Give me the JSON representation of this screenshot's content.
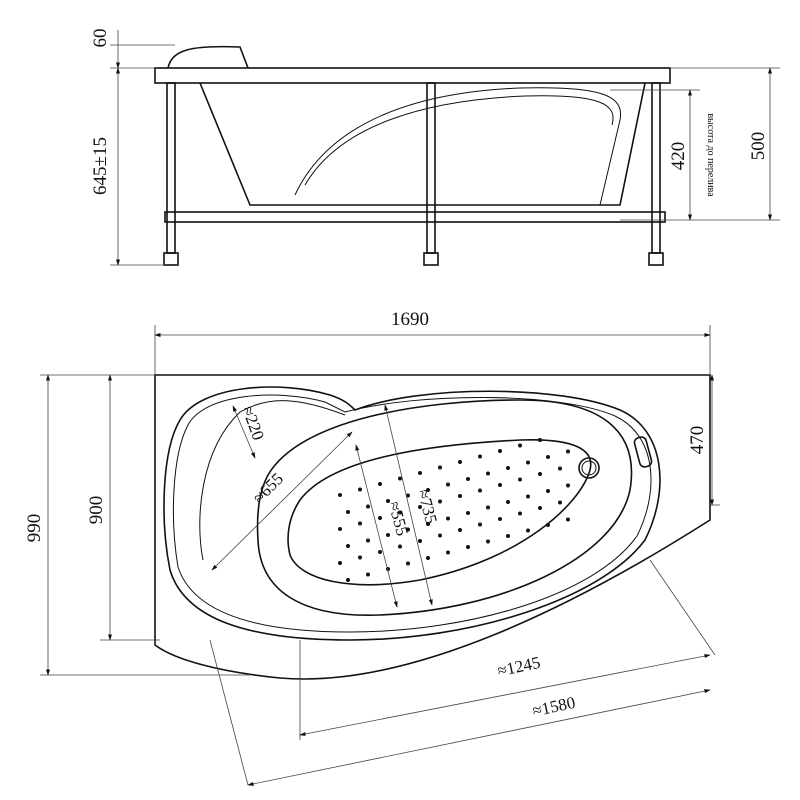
{
  "title": "Corner bathtub technical drawing",
  "side_view": {
    "dim_rim": "60",
    "dim_total_height": "645±15",
    "dim_overflow": "420",
    "overflow_note": "высота до перелива",
    "dim_tub_height": "500"
  },
  "top_view": {
    "dim_length": "1690",
    "dim_width": "990",
    "dim_inner_width": "900",
    "dim_right_side": "470",
    "dim_220": "≈220",
    "dim_655": "≈655",
    "dim_735": "≈735",
    "dim_555": "≈555",
    "dim_1245": "≈1245",
    "dim_1580": "≈1580"
  },
  "colors": {
    "line": "#111111",
    "dimension": "#444444",
    "background": "#ffffff"
  }
}
